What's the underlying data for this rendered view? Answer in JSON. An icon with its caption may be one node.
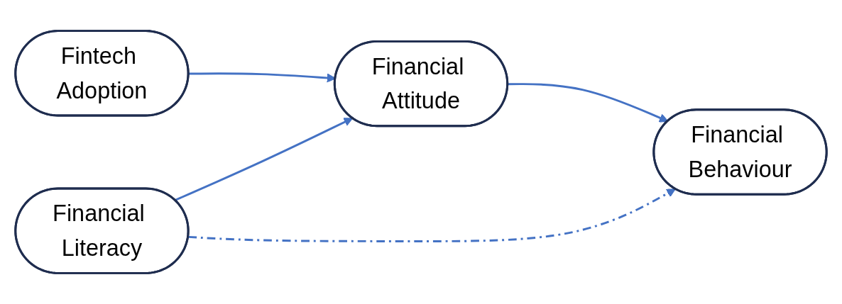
{
  "diagram": {
    "nodes": [
      {
        "text": [
          "Fintech Adoption"
        ]
      },
      {
        "text": [
          "Financial Literacy"
        ]
      },
      {
        "text": [
          "Financial Attitude"
        ]
      },
      {
        "text": [
          "Financial Behaviour"
        ]
      }
    ],
    "edges": [
      {
        "from": 0,
        "to": 2,
        "arrow": "to"
      },
      {
        "from": 1,
        "to": 2,
        "arrow": "to"
      },
      {
        "from": 2,
        "to": 3,
        "arrow": "to"
      },
      {
        "from": 1,
        "to": 3,
        "arrow": "to",
        "style": "dashed"
      }
    ]
  }
}
